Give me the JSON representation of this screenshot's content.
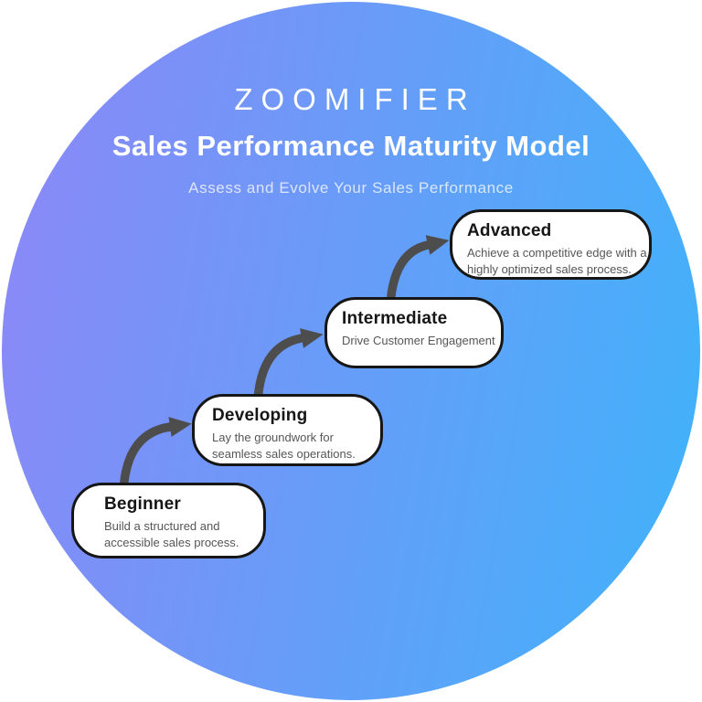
{
  "header": {
    "brand": "ZOOMIFIER",
    "title": "Sales Performance Maturity Model",
    "subtitle": "Assess and Evolve Your Sales Performance"
  },
  "stages": [
    {
      "name": "Beginner",
      "desc_lines": [
        "Build a structured and",
        "accessible sales process."
      ]
    },
    {
      "name": "Developing",
      "desc_lines": [
        "Lay the groundwork for",
        "seamless sales operations."
      ]
    },
    {
      "name": "Intermediate",
      "desc_lines": [
        "Drive Customer Engagement"
      ]
    },
    {
      "name": "Advanced",
      "desc_lines": [
        "Achieve a competitive edge with a",
        "highly optimized sales process."
      ]
    }
  ],
  "colors": {
    "gradient_left": "#8d87f7",
    "gradient_right": "#3fb3fa",
    "arrow": "#4d4d4d",
    "card_border": "#161616",
    "card_bg": "#ffffff",
    "heading_text": "#ffffff",
    "card_title_text": "#161616",
    "card_desc_text": "#565656"
  }
}
